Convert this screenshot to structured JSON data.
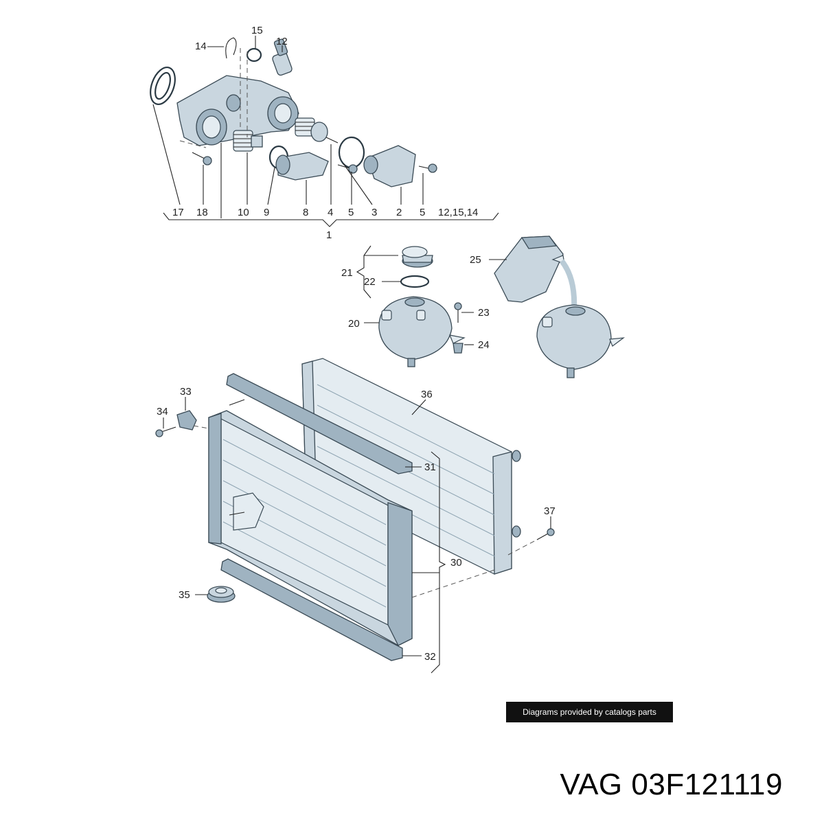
{
  "labels": {
    "l1": "1",
    "l2": "2",
    "l3": "3",
    "l4": "4",
    "l5a": "5",
    "l5b": "5",
    "l8": "8",
    "l9": "9",
    "l10": "10",
    "l12": "12",
    "l12_15_14": "12,15,14",
    "l14": "14",
    "l15": "15",
    "l17": "17",
    "l18": "18",
    "l20": "20",
    "l21": "21",
    "l22": "22",
    "l23": "23",
    "l24": "24",
    "l25": "25",
    "l30": "30",
    "l31": "31",
    "l32": "32",
    "l33": "33",
    "l34": "34",
    "l35": "35",
    "l36": "36",
    "l37": "37"
  },
  "credit": "Diagrams provided by catalogs parts",
  "title": "VAG 03F121119",
  "colors": {
    "part_fill": "#c9d6df",
    "credit_bg": "#111111"
  }
}
